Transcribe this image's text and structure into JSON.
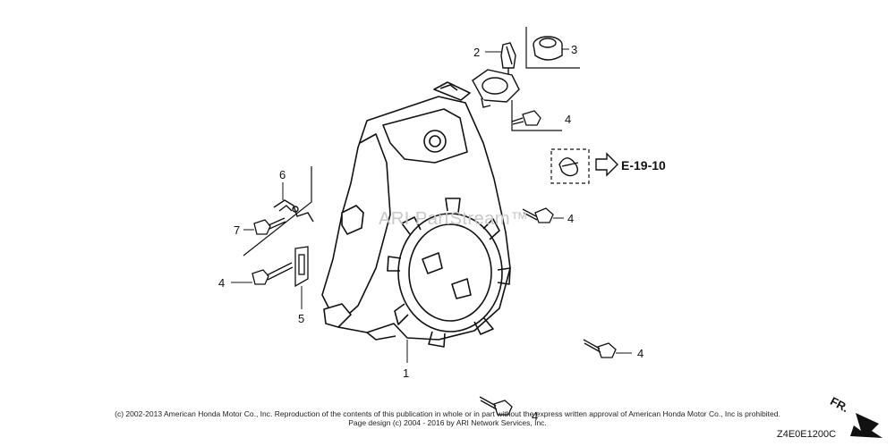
{
  "callouts": {
    "c1": "1",
    "c2": "2",
    "c3": "3",
    "c4a": "4",
    "c4b": "4",
    "c4c": "4",
    "c4d": "4",
    "c4e": "4",
    "c5": "5",
    "c6": "6",
    "c7": "7"
  },
  "reference_link": "E-19-10",
  "watermark": "ARI PartStream™",
  "front_label": "FR.",
  "copyright_line1": "(c) 2002-2013 American Honda Motor Co., Inc. Reproduction of the contents of this publication in whole or in part without the express written approval of American Honda Motor Co., Inc is prohibited.",
  "copyright_line2": "Page design (c) 2004 - 2016 by ARI Network Services, Inc.",
  "diagram_code": "Z4E0E1200C"
}
